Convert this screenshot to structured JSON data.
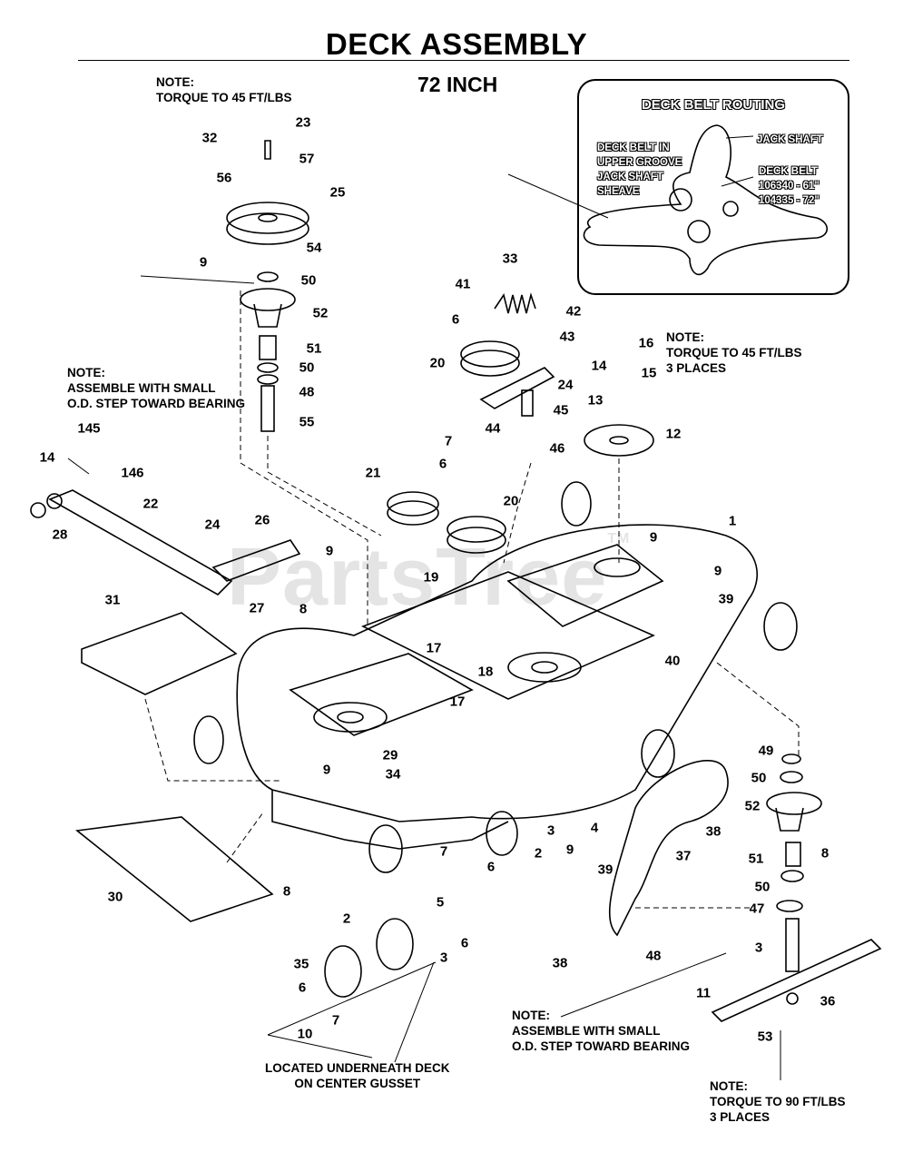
{
  "title": "DECK ASSEMBLY",
  "subtitle": "72 INCH",
  "watermark": "PartsTree",
  "watermark_tm": "TM",
  "notes": {
    "torque_top": [
      "NOTE:",
      "TORQUE TO 45 FT/LBS"
    ],
    "assemble_left": [
      "NOTE:",
      "ASSEMBLE WITH SMALL",
      "O.D. STEP TOWARD BEARING"
    ],
    "torque_right": [
      "NOTE:",
      "TORQUE TO 45 FT/LBS",
      "3 PLACES"
    ],
    "located": [
      "LOCATED UNDERNEATH DECK",
      "ON CENTER GUSSET"
    ],
    "assemble_bottom": [
      "NOTE:",
      "ASSEMBLE WITH SMALL",
      "O.D. STEP TOWARD BEARING"
    ],
    "torque_bottom": [
      "NOTE:",
      "TORQUE TO 90 FT/LBS",
      "3 PLACES"
    ]
  },
  "belt_routing": {
    "title": "DECK BELT ROUTING",
    "left_text": [
      "DECK BELT IN",
      "UPPER GROOVE",
      "JACK SHAFT",
      "SHEAVE"
    ],
    "jack_shaft": "JACK SHAFT",
    "deck_belt": [
      "DECK BELT",
      "106340 - 61\"",
      "104335 - 72\""
    ]
  },
  "callouts": [
    "23",
    "32",
    "57",
    "56",
    "25",
    "54",
    "9",
    "50",
    "52",
    "51",
    "50",
    "48",
    "55",
    "33",
    "41",
    "42",
    "6",
    "43",
    "20",
    "24",
    "44",
    "45",
    "46",
    "16",
    "14",
    "15",
    "13",
    "12",
    "145",
    "14",
    "146",
    "22",
    "28",
    "24",
    "26",
    "9",
    "7",
    "6",
    "21",
    "20",
    "19",
    "9",
    "1",
    "9",
    "39",
    "31",
    "8",
    "27",
    "17",
    "40",
    "18",
    "17",
    "29",
    "9",
    "34",
    "49",
    "50",
    "52",
    "30",
    "8",
    "3",
    "4",
    "7",
    "2",
    "6",
    "9",
    "39",
    "38",
    "37",
    "8",
    "51",
    "50",
    "5",
    "2",
    "6",
    "3",
    "35",
    "38",
    "48",
    "47",
    "3",
    "6",
    "7",
    "10",
    "11",
    "36",
    "53"
  ]
}
